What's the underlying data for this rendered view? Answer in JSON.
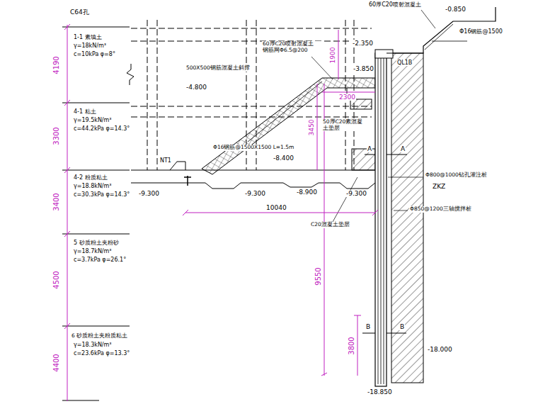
{
  "diagram": {
    "labels": [
      "C64孔",
      "1-1 素填土",
      "γ=18kN/m³",
      "c=10kPa φ=8°",
      "4190",
      "4-1 粘土",
      "γ=19.5kN/m³",
      "c=44.2kPa φ=14.3°",
      "3300",
      "4-2 粉质粘土",
      "γ=18.8kN/m³",
      "c=30.3kPa φ=14.3°",
      "3400",
      "5 砂质粉土夹粉砂",
      "γ=18.7kN/m³",
      "c=3.7kPa φ=26.1°",
      "4500",
      "6 砂质粉土夹粉质粘土",
      "γ=18.3kN/m³",
      "c=23.6kPa φ=13.3°",
      "4400",
      "60厚C20喷射混凝土",
      "-0.850",
      "Φ16钢筋@1500",
      "1900",
      "-2.350",
      "QL1B",
      "60厚C20喷射混凝土 钢筋网Φ6.5@200",
      "500X500钢筋混凝土斜撑",
      "-3.850",
      "2300",
      "-4.800",
      "3450",
      "50厚C20素混凝土垫层",
      "Φ16钢筋@1500X1500 L=1.5m",
      "-8.400",
      "NT1",
      "A",
      "A",
      "Φ800@1000钻孔灌注桩",
      "ZKZ",
      "Φ850@1200三轴搅拌桩",
      "-9.300",
      "-9.300",
      "-8.900",
      "-9.300",
      "10040",
      "C20混凝土垫层",
      "9550",
      "3800",
      "B",
      "B",
      "-18.000",
      "-18.850"
    ]
  }
}
